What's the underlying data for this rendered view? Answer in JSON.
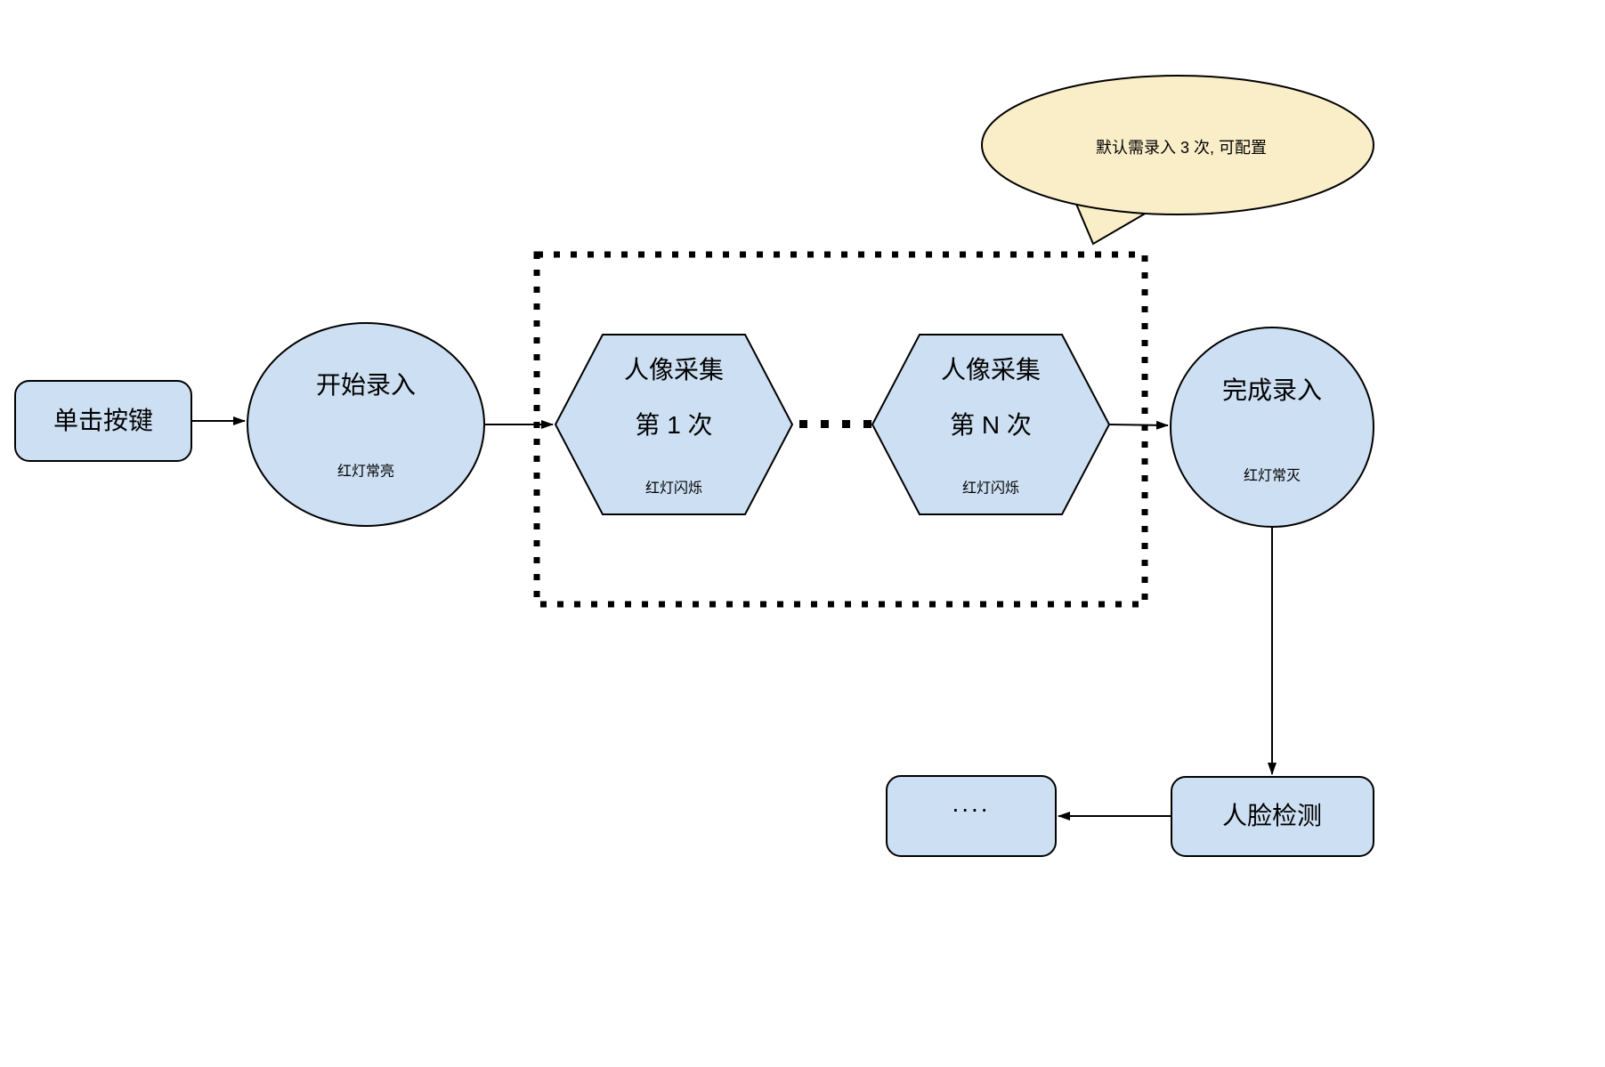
{
  "colors": {
    "node_fill": "#CDDFF2",
    "node_border": "#000000",
    "callout_fill": "#FAEEC8",
    "line_color": "#000000",
    "text_color": "#000000"
  },
  "nodes": {
    "start_button": {
      "label": "单击按键"
    },
    "start_enroll": {
      "label": "开始录入",
      "status": "红灯常亮"
    },
    "capture_first": {
      "line1": "人像采集",
      "line2": "第 1 次",
      "status": "红灯闪烁"
    },
    "capture_nth": {
      "line1": "人像采集",
      "line2": "第 N 次",
      "status": "红灯闪烁"
    },
    "finish_enroll": {
      "label": "完成录入",
      "status": "红灯常灭"
    },
    "face_detection": {
      "label": "人脸检测"
    },
    "more_steps": {
      "label": "...."
    }
  },
  "callout": {
    "text": "默认需录入 3 次, 可配置"
  },
  "icons": {
    "ellipsis_between_hexagons": "square-dots-horizontal",
    "group_boundary": "dotted-rectangle",
    "arrows": "thin-black-arrow"
  }
}
